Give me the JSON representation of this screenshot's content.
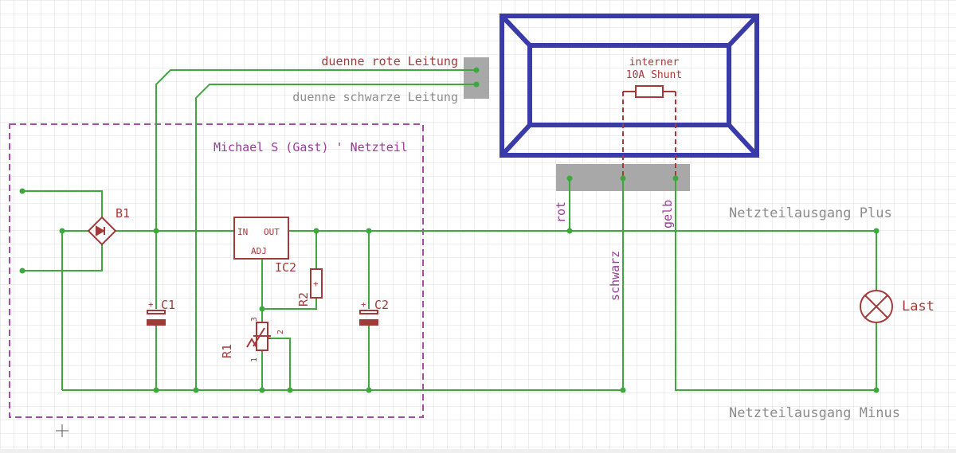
{
  "colors": {
    "grid": "#d9d9d9",
    "wire": "#3ea83e",
    "component": "#a33a3a",
    "frame_purple": "#a64ca6",
    "meter_blue": "#3a3aa8",
    "pad_gray": "#a6a6a6",
    "label_gray": "#8c8c8c",
    "label_red": "#a33a3a",
    "label_purple": "#9a3a9a"
  },
  "labels": {
    "red_lead": "duenne rote Leitung",
    "black_lead": "duenne schwarze Leitung",
    "frame_title": "Michael S (Gast) ' Netzteil",
    "shunt_line1": "interner",
    "shunt_line2": "10A Shunt",
    "net_rot": "rot",
    "net_schwarz": "schwarz",
    "net_gelb": "gelb",
    "out_plus": "Netzteilausgang Plus",
    "out_minus": "Netzteilausgang Minus",
    "load": "Last"
  },
  "parts": {
    "b1": "B1",
    "c1": "C1",
    "c2": "C2",
    "ic2": "IC2",
    "r1": "R1",
    "r2": "R2",
    "ic_in": "IN",
    "ic_out": "OUT",
    "ic_adj": "ADJ",
    "pin1": "1",
    "pin2": "2",
    "pin3": "3",
    "plus": "+"
  }
}
